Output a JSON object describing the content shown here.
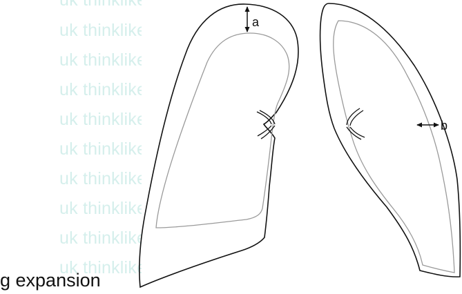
{
  "watermark": {
    "text": "uk thinklikeasu"
  },
  "caption": {
    "text": "g expansion"
  },
  "labels": {
    "a": "a",
    "b": "b"
  },
  "colors": {
    "watermark": "#d5efec",
    "outline": "#111111",
    "inner_outline": "#9a9a9a"
  }
}
